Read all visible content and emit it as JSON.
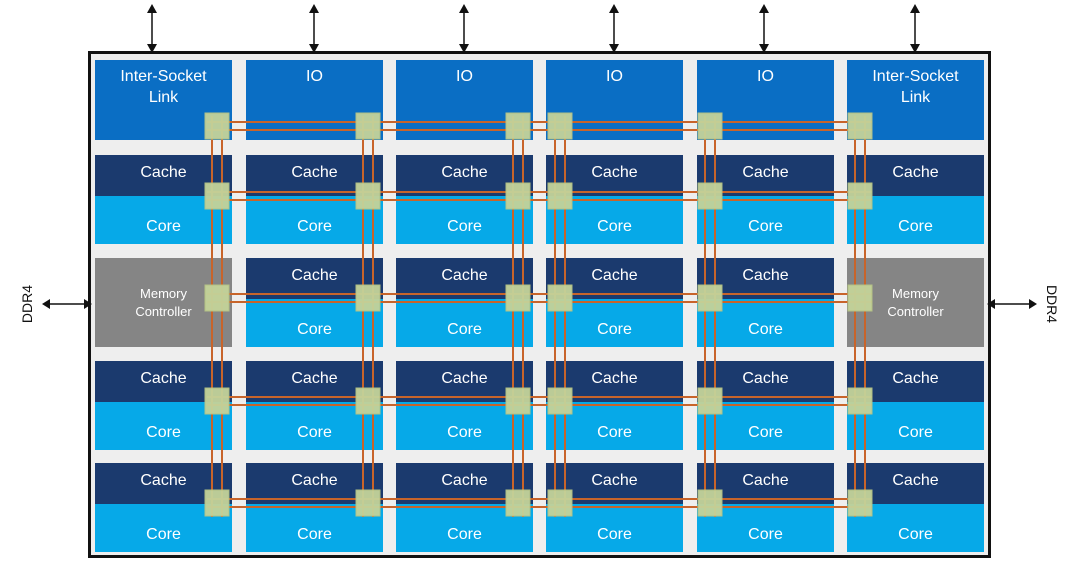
{
  "labels": {
    "inter_socket_link": "Inter-Socket Link",
    "io": "IO",
    "cache": "Cache",
    "core": "Core",
    "memory_controller": "Memory Controller",
    "ddr4": "DDR4"
  },
  "top_row": [
    {
      "kind": "link",
      "label": "Inter-Socket Link"
    },
    {
      "kind": "io",
      "label": "IO"
    },
    {
      "kind": "io",
      "label": "IO"
    },
    {
      "kind": "io",
      "label": "IO"
    },
    {
      "kind": "io",
      "label": "IO"
    },
    {
      "kind": "link",
      "label": "Inter-Socket Link"
    }
  ],
  "grid_rows": [
    [
      "core",
      "core",
      "core",
      "core",
      "core",
      "core"
    ],
    [
      "mem",
      "core",
      "core",
      "core",
      "core",
      "mem"
    ],
    [
      "core",
      "core",
      "core",
      "core",
      "core",
      "core"
    ],
    [
      "core",
      "core",
      "core",
      "core",
      "core",
      "core"
    ]
  ],
  "colors": {
    "io_blue": "#0a6ec4",
    "cache_navy": "#1b3a6e",
    "core_cyan": "#06a9e8",
    "memory_gray": "#858585",
    "mesh_orange": "#c8642a",
    "stop_green": "#c4d39a"
  }
}
